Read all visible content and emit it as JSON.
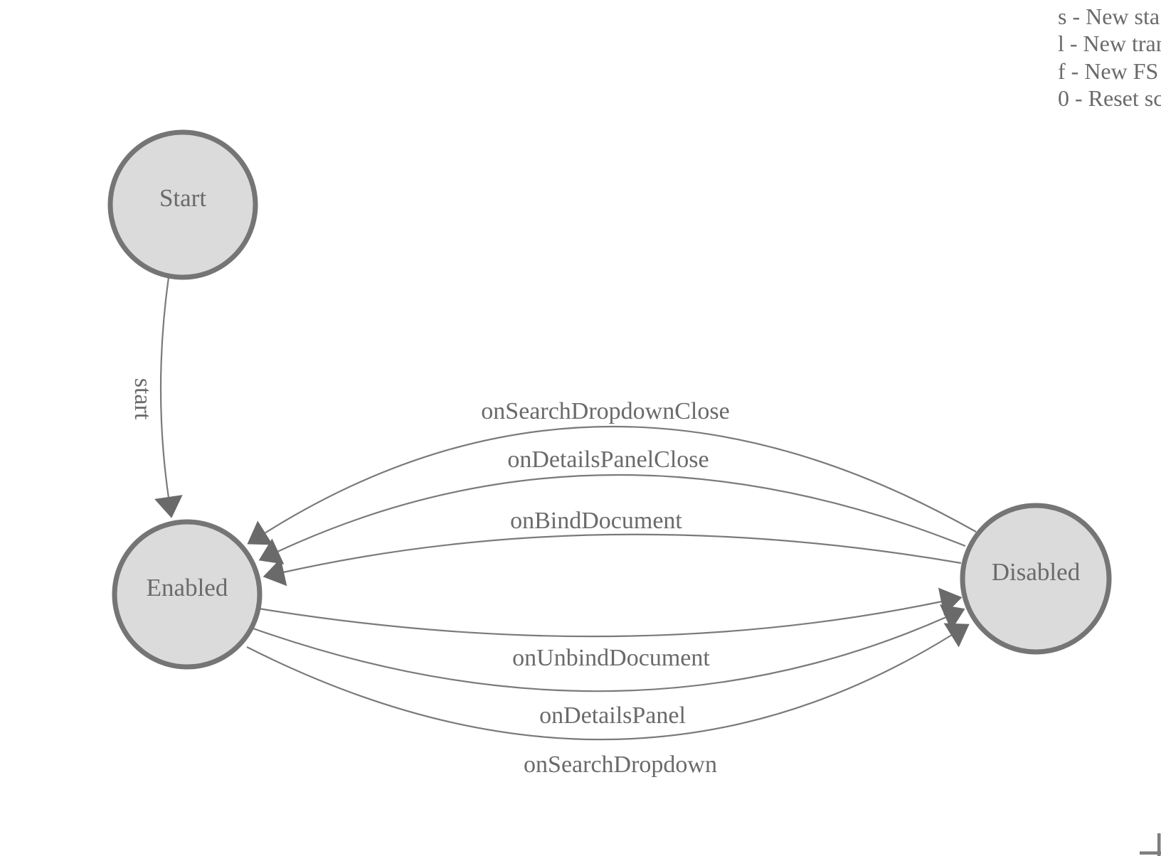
{
  "diagram": {
    "states": [
      {
        "id": "start",
        "label": "Start"
      },
      {
        "id": "enabled",
        "label": "Enabled"
      },
      {
        "id": "disabled",
        "label": "Disabled"
      }
    ],
    "transitions": [
      {
        "label": "start",
        "from": "Start",
        "to": "Enabled"
      },
      {
        "label": "onSearchDropdownClose",
        "from": "Disabled",
        "to": "Enabled"
      },
      {
        "label": "onDetailsPanelClose",
        "from": "Disabled",
        "to": "Enabled"
      },
      {
        "label": "onBindDocument",
        "from": "Disabled",
        "to": "Enabled"
      },
      {
        "label": "onUnbindDocument",
        "from": "Enabled",
        "to": "Disabled"
      },
      {
        "label": "onDetailsPanel",
        "from": "Enabled",
        "to": "Disabled"
      },
      {
        "label": "onSearchDropdown",
        "from": "Enabled",
        "to": "Disabled"
      }
    ]
  },
  "legend": {
    "lines": [
      "s - New sta",
      "l - New tran",
      "f - New FS",
      "0 - Reset sc"
    ]
  },
  "colors": {
    "state_fill": "#dbdbdb",
    "state_stroke": "#757575",
    "edge_stroke": "#7a7a7a",
    "arrowhead": "#6a6a6a",
    "text": "#6a6a6a"
  }
}
